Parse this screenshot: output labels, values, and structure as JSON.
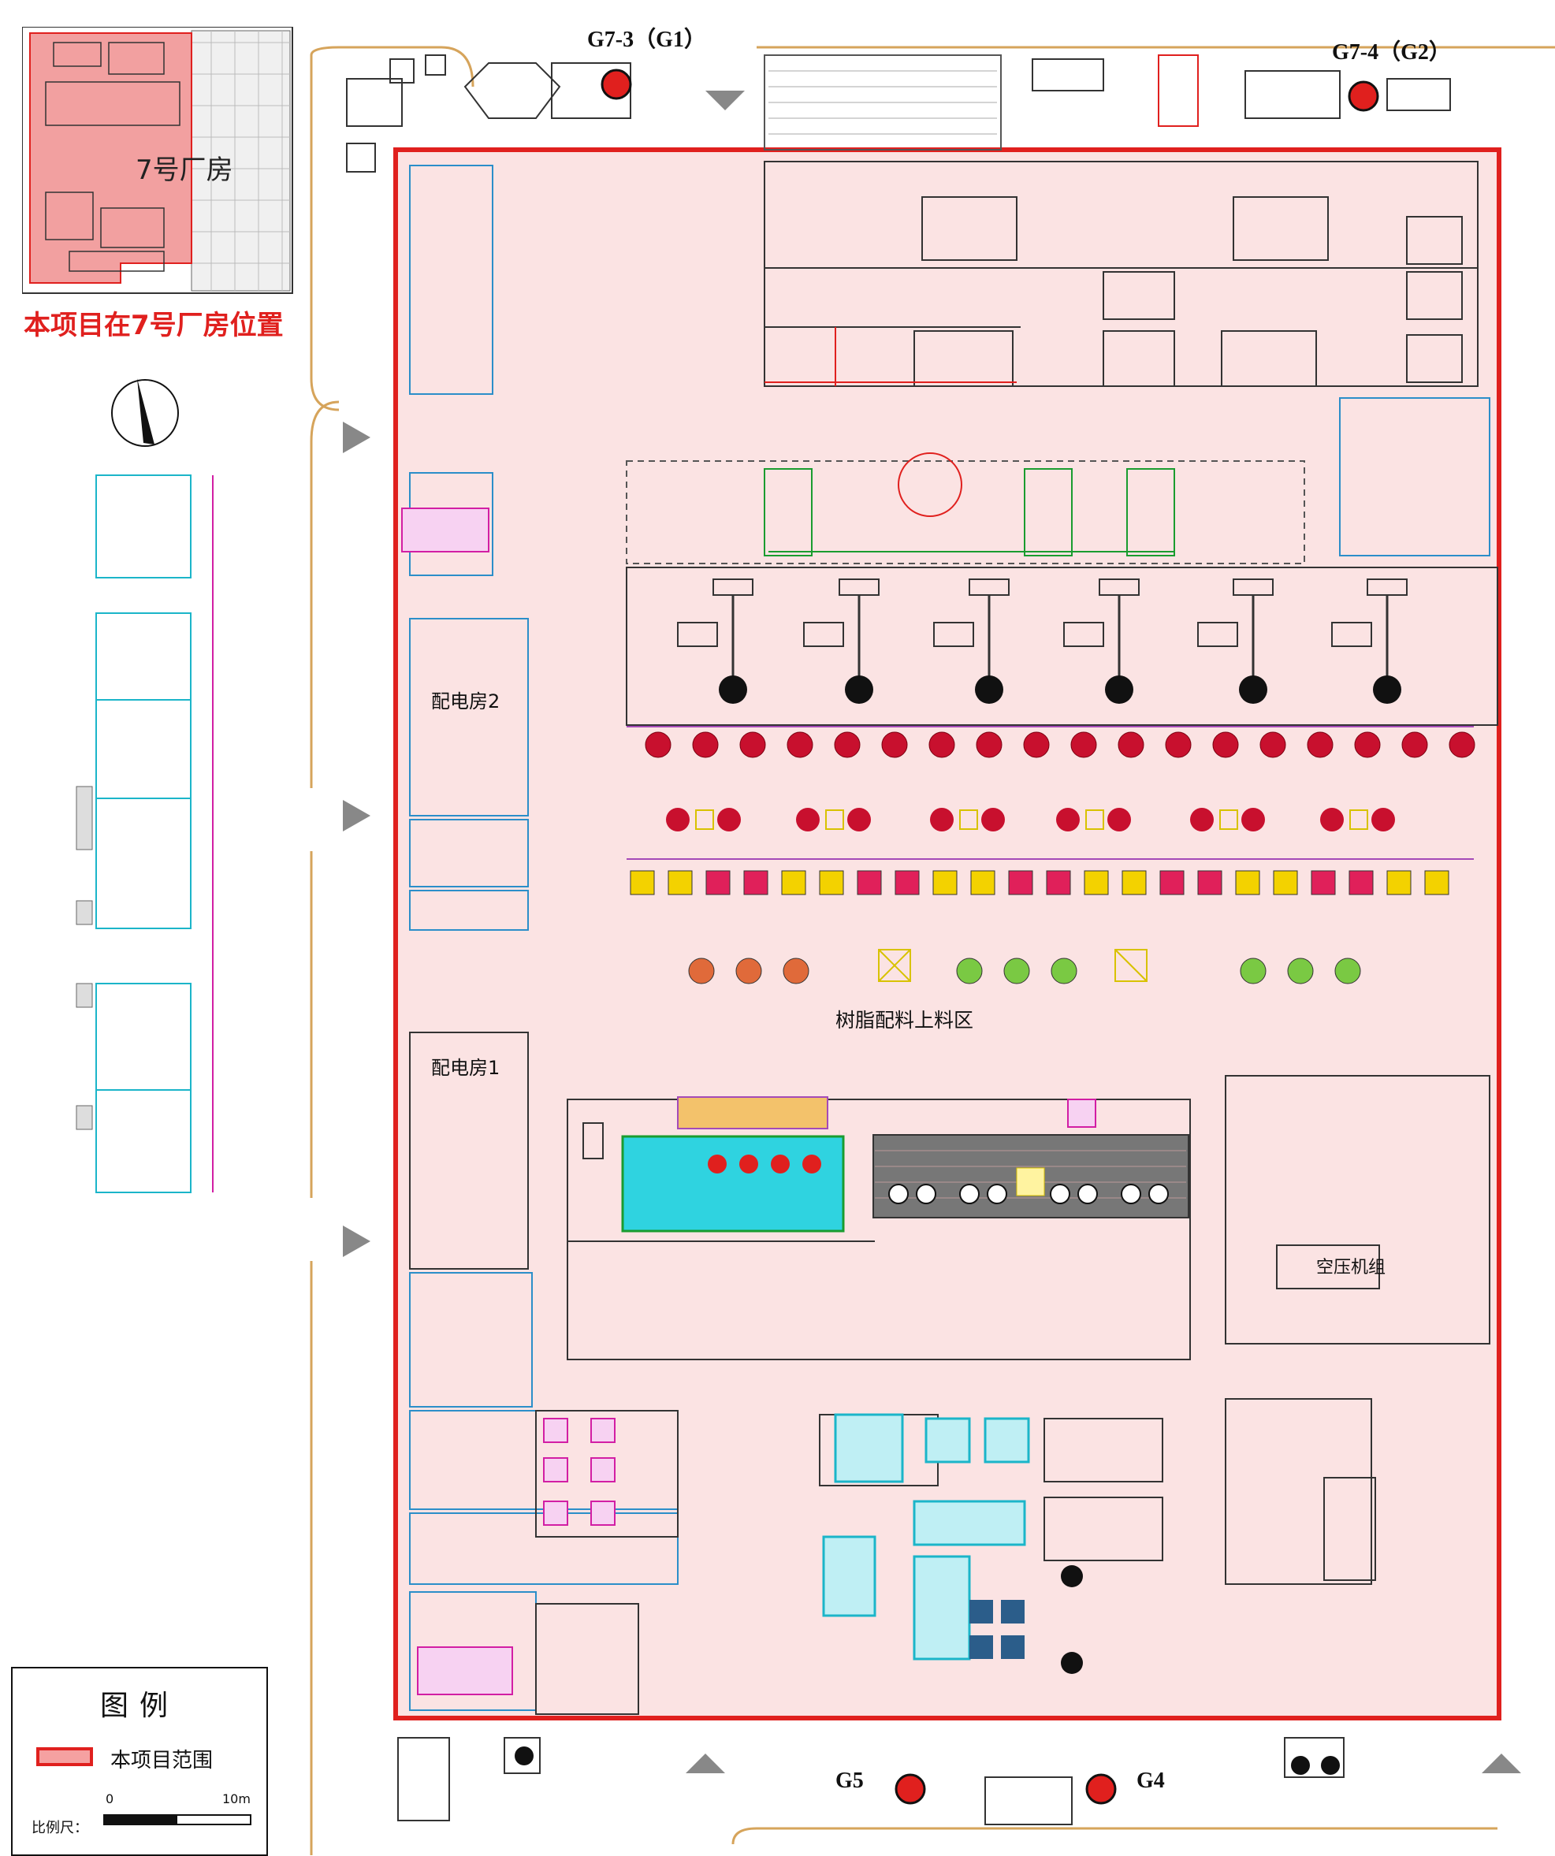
{
  "inset": {
    "building_label": "7号厂房",
    "caption": "本项目在7号厂房位置"
  },
  "markers": [
    {
      "id": "g7-3",
      "label": "G7-3（G1）",
      "color": "#e0201e"
    },
    {
      "id": "g7-4",
      "label": "G7-4（G2）",
      "color": "#e0201e"
    },
    {
      "id": "g5",
      "label": "G5",
      "color": "#e0201e"
    },
    {
      "id": "g4",
      "label": "G4",
      "color": "#e0201e"
    }
  ],
  "areas": {
    "power_room_2": "配电房2",
    "power_room_1": "配电房1",
    "resin_feed_area": "树脂配料上料区",
    "air_compressor": "空压机组"
  },
  "legend": {
    "title": "图例",
    "item_label": "本项目范围",
    "item_color": "#e0201e",
    "scale_label": "比例尺：",
    "scale_start": "0",
    "scale_end": "10m"
  },
  "colors": {
    "project_boundary": "#e0201e",
    "project_fill": "#fbe3e3",
    "wall": "#2b8ec9"
  }
}
